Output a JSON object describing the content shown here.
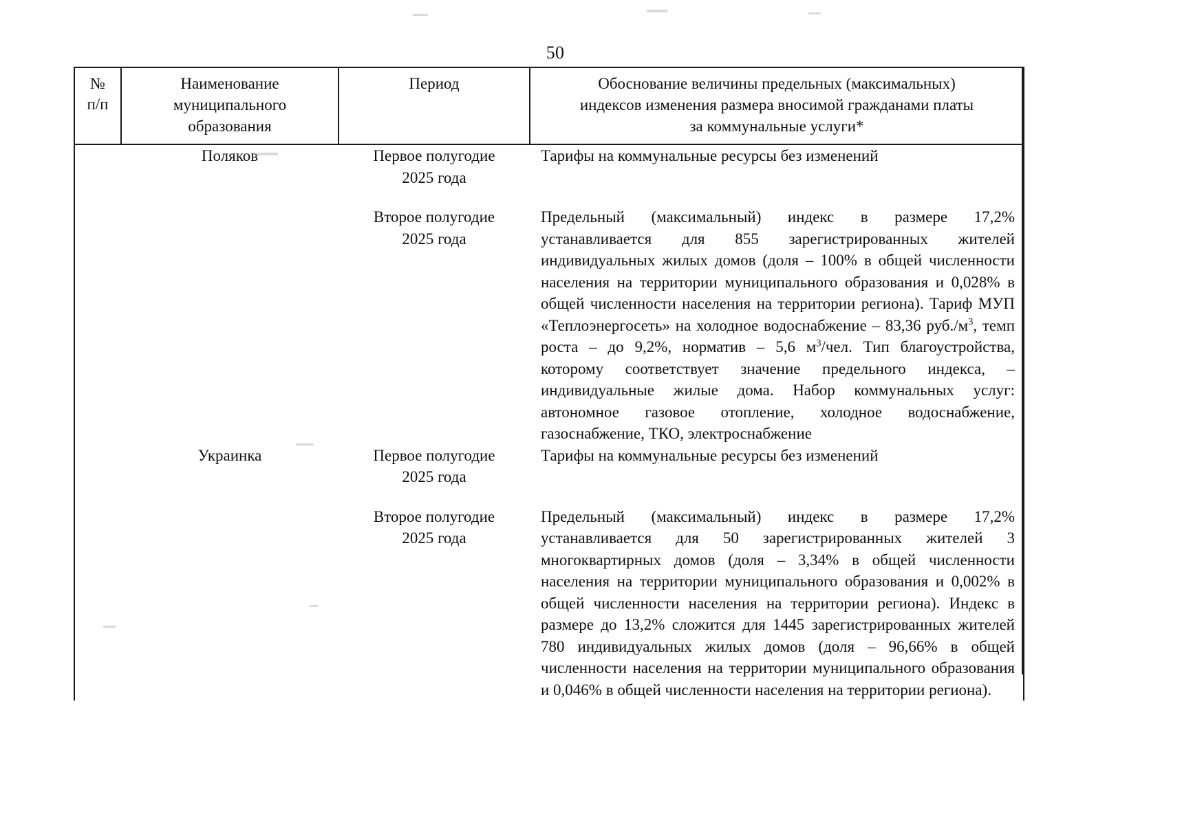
{
  "page": {
    "number": "50"
  },
  "table": {
    "columns": [
      {
        "id": "num",
        "label_line1": "№",
        "label_line2": "п/п"
      },
      {
        "id": "name",
        "label": "Наименование\nмуниципального\nобразования",
        "label_line1": "Наименование",
        "label_line2": "муниципального",
        "label_line3": "образования"
      },
      {
        "id": "period",
        "label": "Период"
      },
      {
        "id": "justification",
        "label_line1": "Обоснование величины предельных (максимальных)",
        "label_line2": "индексов изменения размера вносимой гражданами платы",
        "label_line3": "за коммунальные услуги*"
      }
    ],
    "rows": [
      {
        "number": "",
        "municipality": "Поляков",
        "periods": [
          {
            "period_line1": "Первое полугодие",
            "period_line2": "2025 года",
            "justification": "Тарифы на коммунальные ресурсы без изменений"
          },
          {
            "period_line1": "Второе полугодие",
            "period_line2": "2025 года",
            "justification_part1": "Предельный (максимальный) индекс в размере 17,2% устанавливается для 855 зарегистрированных жителей индивидуальных жилых домов (доля – 100% в общей численности населения на территории муниципального образования и 0,028% в общей численности населения на территории региона). Тариф МУП «Теплоэнергосеть» на холодное водоснабжение – 83,36 руб./м",
            "justification_sup1": "3",
            "justification_part2": ", темп роста – до 9,2%, норматив – 5,6 м",
            "justification_sup2": "3",
            "justification_part3": "/чел. Тип благоустройства, которому соответствует значение предельного индекса, – индивидуальные жилые дома. Набор коммунальных услуг: автономное газовое отопление, холодное водоснабжение, газоснабжение, ТКО, электроснабжение"
          }
        ]
      },
      {
        "number": "",
        "municipality": "Украинка",
        "periods": [
          {
            "period_line1": "Первое полугодие",
            "period_line2": "2025 года",
            "justification": "Тарифы на коммунальные ресурсы без изменений"
          },
          {
            "period_line1": "Второе полугодие",
            "period_line2": "2025 года",
            "justification_part1": "Предельный (максимальный) индекс в размере 17,2% устанавливается для 50 зарегистрированных жителей 3 многоквартирных домов (доля – 3,34% в общей численности населения на территории муниципального образования и 0,002% в общей численности населения на территории региона). Индекс в размере до 13,2% сложится для 1445 зарегистрированных жителей 780 индивидуальных жилых домов (доля – 96,66% в общей численности населения на территории муниципального образования и 0,046% в общей численности населения на территории региона)."
          }
        ]
      }
    ]
  }
}
